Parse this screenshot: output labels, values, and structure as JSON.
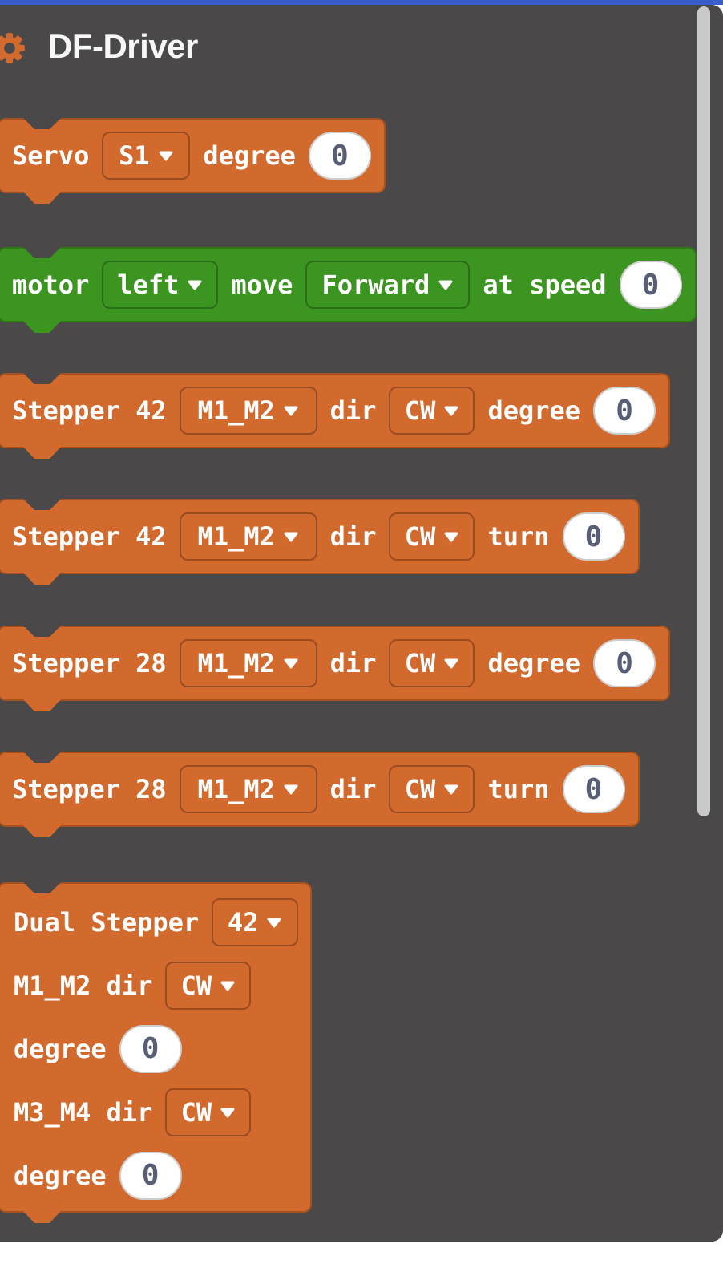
{
  "colors": {
    "top_bar": "#3b5ccc",
    "flyout_panel": "#4a4848",
    "block_orange": "#d2692d",
    "block_orange_stroke": "#a5521e",
    "block_green": "#3c9421",
    "block_green_stroke": "#2e7a12",
    "number_field_text": "#575e75",
    "scrollbar_thumb": "#c9c9c9",
    "header_icon": "#d2692d"
  },
  "header": {
    "title": "DF-Driver",
    "icon": "gear-icon"
  },
  "blocks": [
    {
      "id": "servo",
      "segments": [
        {
          "t": "label",
          "v": "Servo"
        },
        {
          "t": "dropdown",
          "v": "S1"
        },
        {
          "t": "label",
          "v": "degree"
        },
        {
          "t": "number",
          "v": "0"
        }
      ]
    },
    {
      "id": "motor",
      "segments": [
        {
          "t": "label",
          "v": "motor"
        },
        {
          "t": "dropdown",
          "v": "left"
        },
        {
          "t": "label",
          "v": "move"
        },
        {
          "t": "dropdown",
          "v": "Forward"
        },
        {
          "t": "label",
          "v": "at speed"
        },
        {
          "t": "number",
          "v": "0"
        }
      ]
    },
    {
      "id": "stepper-42-degree",
      "segments": [
        {
          "t": "label",
          "v": "Stepper 42"
        },
        {
          "t": "dropdown",
          "v": "M1_M2"
        },
        {
          "t": "label",
          "v": "dir"
        },
        {
          "t": "dropdown",
          "v": "CW"
        },
        {
          "t": "label",
          "v": "degree"
        },
        {
          "t": "number",
          "v": "0"
        }
      ]
    },
    {
      "id": "stepper-42-turn",
      "segments": [
        {
          "t": "label",
          "v": "Stepper 42"
        },
        {
          "t": "dropdown",
          "v": "M1_M2"
        },
        {
          "t": "label",
          "v": "dir"
        },
        {
          "t": "dropdown",
          "v": "CW"
        },
        {
          "t": "label",
          "v": "turn"
        },
        {
          "t": "number",
          "v": "0"
        }
      ]
    },
    {
      "id": "stepper-28-degree",
      "segments": [
        {
          "t": "label",
          "v": "Stepper 28"
        },
        {
          "t": "dropdown",
          "v": "M1_M2"
        },
        {
          "t": "label",
          "v": "dir"
        },
        {
          "t": "dropdown",
          "v": "CW"
        },
        {
          "t": "label",
          "v": "degree"
        },
        {
          "t": "number",
          "v": "0"
        }
      ]
    },
    {
      "id": "stepper-28-turn",
      "segments": [
        {
          "t": "label",
          "v": "Stepper 28"
        },
        {
          "t": "dropdown",
          "v": "M1_M2"
        },
        {
          "t": "label",
          "v": "dir"
        },
        {
          "t": "dropdown",
          "v": "CW"
        },
        {
          "t": "label",
          "v": "turn"
        },
        {
          "t": "number",
          "v": "0"
        }
      ]
    },
    {
      "id": "dual-stepper",
      "rows": [
        {
          "segments": [
            {
              "t": "label",
              "v": "Dual Stepper"
            },
            {
              "t": "dropdown",
              "v": "42"
            }
          ]
        },
        {
          "segments": [
            {
              "t": "label",
              "v": "M1_M2 dir"
            },
            {
              "t": "dropdown",
              "v": "CW"
            }
          ]
        },
        {
          "segments": [
            {
              "t": "label",
              "v": "degree"
            },
            {
              "t": "number",
              "v": "0"
            }
          ]
        },
        {
          "segments": [
            {
              "t": "label",
              "v": "M3_M4 dir"
            },
            {
              "t": "dropdown",
              "v": "CW"
            }
          ]
        },
        {
          "segments": [
            {
              "t": "label",
              "v": "degree"
            },
            {
              "t": "number",
              "v": "0"
            }
          ]
        }
      ]
    }
  ]
}
